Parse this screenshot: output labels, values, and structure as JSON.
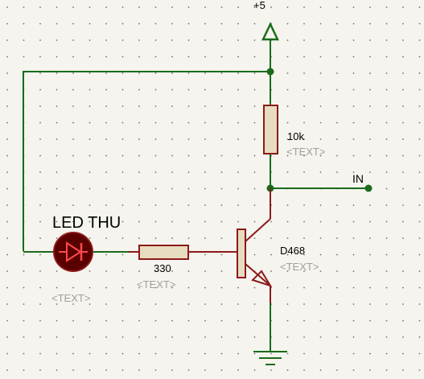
{
  "diagram": {
    "supply_label": "+5",
    "resistor_top": {
      "value": "10k",
      "text": "<TEXT>"
    },
    "input_label": "IN",
    "led": {
      "name": "LED THU",
      "text": "<TEXT>"
    },
    "resistor_base": {
      "value": "330",
      "text": "<TEXT>"
    },
    "transistor": {
      "name": "D468",
      "text": "<TEXT>"
    }
  },
  "colors": {
    "background": "#f5f4ee",
    "grid_dot": "#6e6e6e",
    "wire": "#1a6b1a",
    "component": "#8b1a1a",
    "resistor_fill": "#e8dcc0",
    "led_fill": "#5a0000",
    "placeholder_text": "#a0a0a0"
  }
}
